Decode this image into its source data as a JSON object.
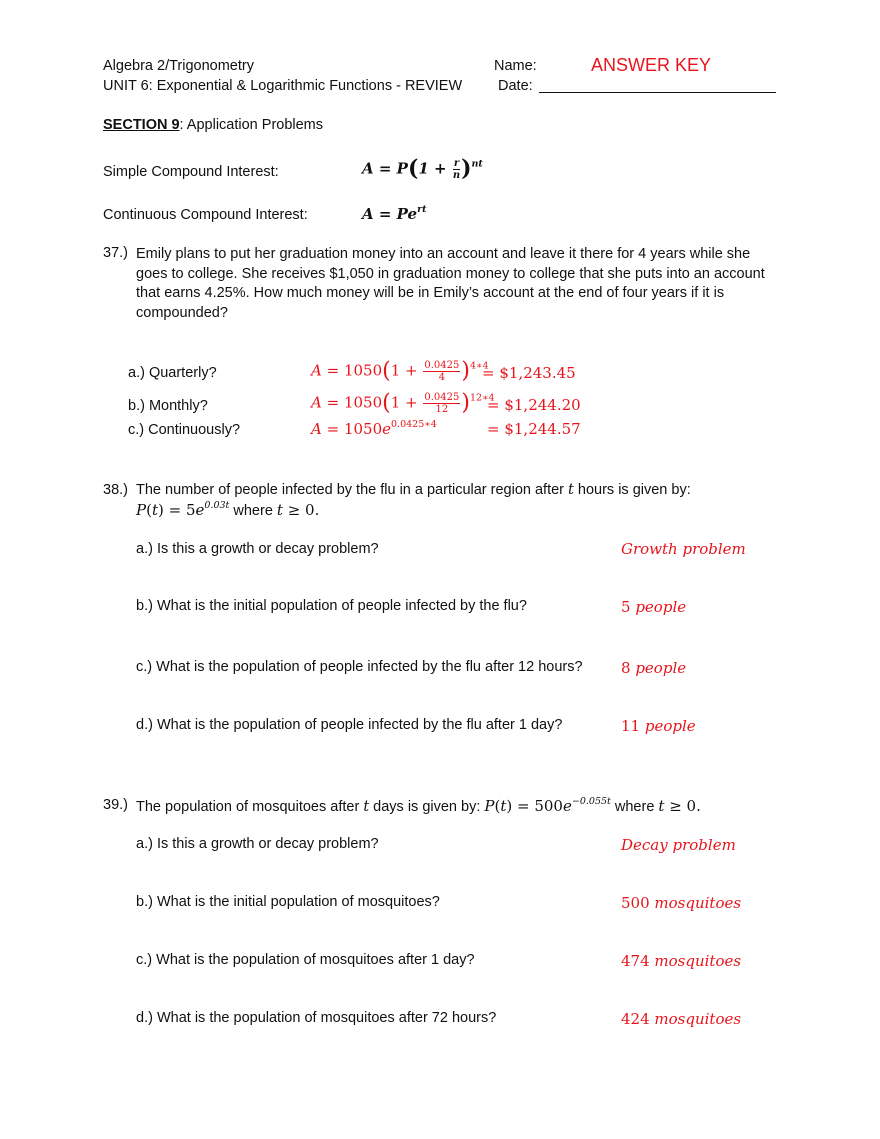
{
  "header": {
    "course": "Algebra 2/Trigonometry",
    "unit": "UNIT 6:  Exponential & Logarithmic Functions - REVIEW",
    "name_label": "Name:",
    "answer_key": "ANSWER KEY",
    "date_label": "Date:"
  },
  "section": {
    "label": "SECTION 9",
    "title": ":  Application Problems"
  },
  "formulas": {
    "simple_label": "Simple Compound Interest:",
    "continuous_label": "Continuous Compound Interest:"
  },
  "q37": {
    "number": "37.)",
    "text": "Emily plans to put her graduation money into an account and leave it there for 4 years while she goes to college.  She receives $1,050 in graduation money to college that she puts into an account that earns 4.25%.  How much money will be in Emily’s account at the end of four years if it is compounded?",
    "a_label": "a.)  Quarterly?",
    "b_label": "b.)  Monthly?",
    "c_label": "c.)  Continuously?",
    "a_result": "= $1,243.45",
    "b_result": "= $1,244.20",
    "c_result": "= $1,244.57"
  },
  "q38": {
    "number": "38.)",
    "intro": "The number of people infected by the flu in a particular region after",
    "intro_end": "hours is given by:",
    "where": "where",
    "a_label": "a.)  Is this a growth or decay problem?",
    "b_label": "b.)  What is the initial population of people infected by the flu?",
    "c_label": "c.)  What is the population of people infected by the flu after 12 hours?",
    "d_label": "d.)  What is the population of people infected by the flu after 1 day?",
    "a_answer": "Growth problem",
    "b_num": "5",
    "b_unit": "people",
    "c_num": "8",
    "c_unit": "people",
    "d_num": "11",
    "d_unit": "people"
  },
  "q39": {
    "number": "39.)",
    "intro": "The population of mosquitoes after",
    "intro_mid": "days is given by:",
    "where": "where",
    "a_label": "a.)  Is this a growth or decay problem?",
    "b_label": "b.)  What is the initial population of mosquitoes?",
    "c_label": "c.)  What is the population of mosquitoes after 1 day?",
    "d_label": "d.)  What is the population of mosquitoes after 72 hours?",
    "a_answer": "Decay problem",
    "b_num": "500",
    "b_unit": "mosquitoes",
    "c_num": "474",
    "c_unit": "mosquitoes",
    "d_num": "424",
    "d_unit": "mosquitoes"
  }
}
